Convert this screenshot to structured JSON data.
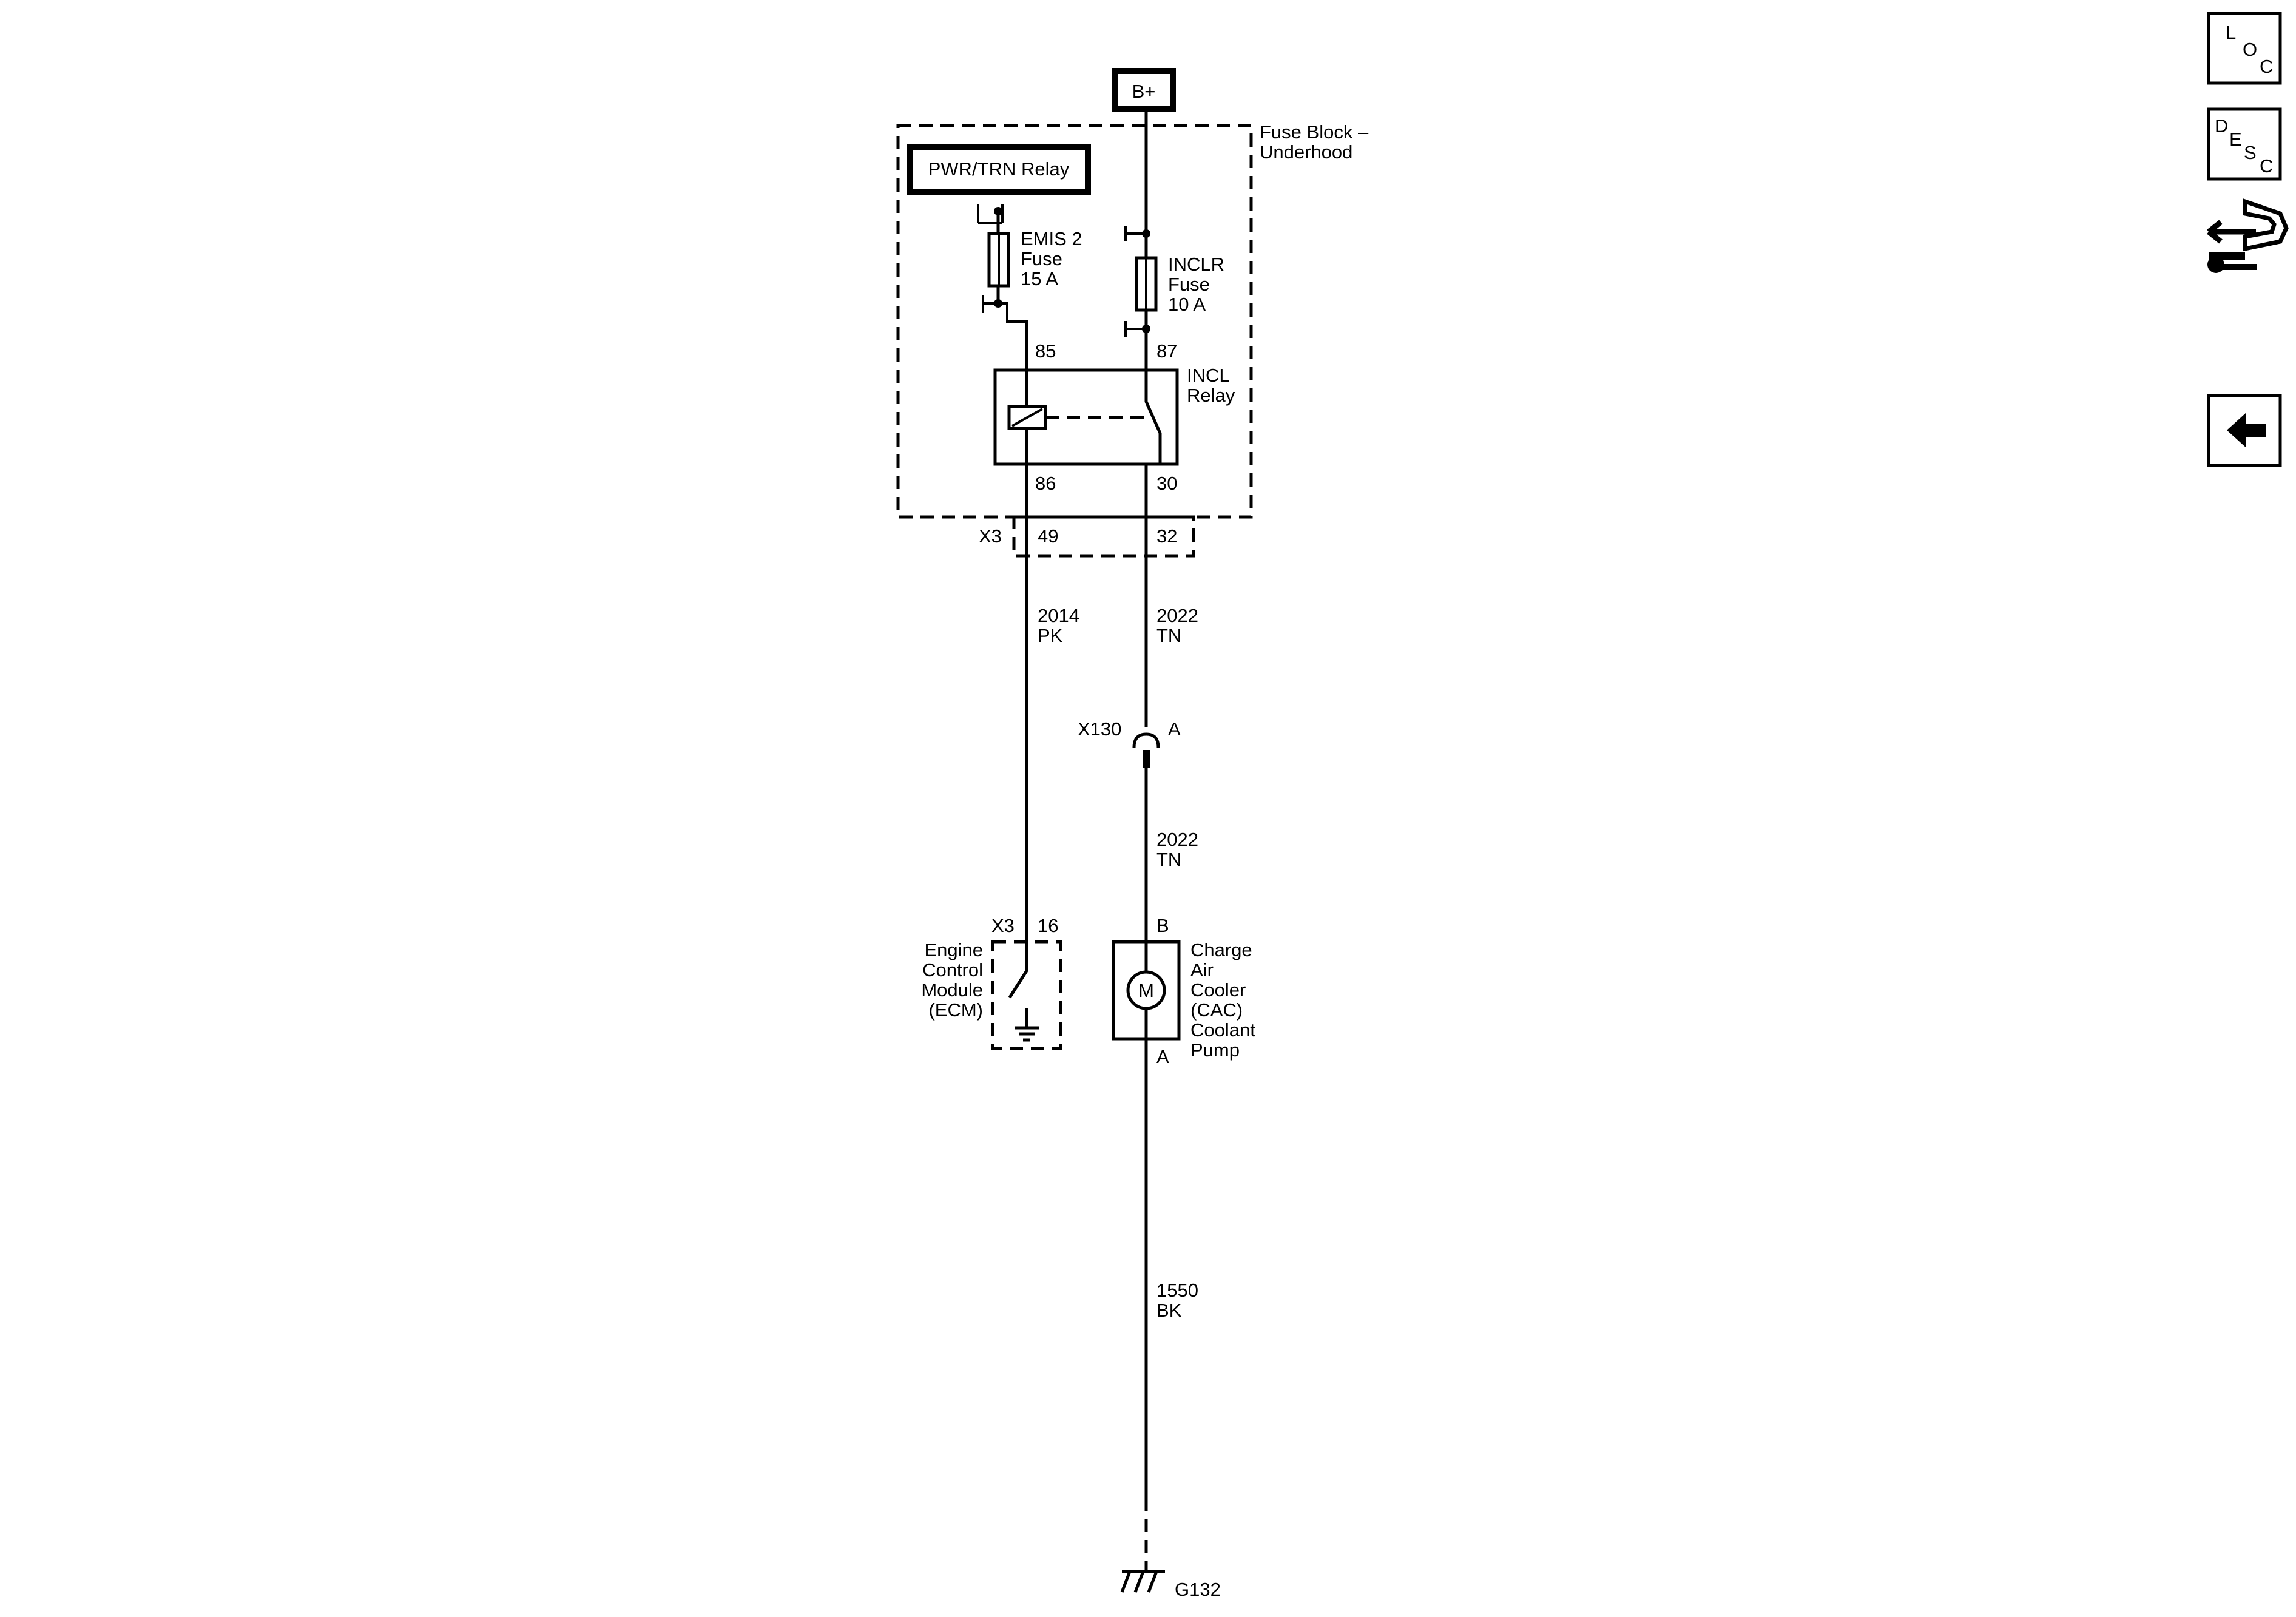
{
  "power": {
    "label": "B+"
  },
  "fuse_block": {
    "line1": "Fuse Block –",
    "line2": "Underhood"
  },
  "pwr_relay": {
    "label": "PWR/TRN Relay"
  },
  "emis_fuse": {
    "line1": "EMIS 2",
    "line2": "Fuse",
    "line3": "15 A"
  },
  "inclr_fuse": {
    "line1": "INCLR",
    "line2": "Fuse",
    "line3": "10 A"
  },
  "incl_relay": {
    "line1": "INCL",
    "line2": "Relay",
    "pin85": "85",
    "pin87": "87",
    "pin86": "86",
    "pin30": "30"
  },
  "connector_x3_top": {
    "name": "X3",
    "pin_a": "49",
    "pin_b": "32"
  },
  "wires": {
    "left_upper": {
      "circuit": "2014",
      "color": "PK"
    },
    "right_upper": {
      "circuit": "2022",
      "color": "TN"
    },
    "right_middle": {
      "circuit": "2022",
      "color": "TN"
    },
    "ground_wire": {
      "circuit": "1550",
      "color": "BK"
    }
  },
  "connector_x130": {
    "name": "X130",
    "pin": "A"
  },
  "ecm": {
    "connector": "X3",
    "pin": "16",
    "line1": "Engine",
    "line2": "Control",
    "line3": "Module",
    "line4": "(ECM)"
  },
  "pump": {
    "pin_top": "B",
    "pin_bottom": "A",
    "symbol": "M",
    "line1": "Charge",
    "line2": "Air",
    "line3": "Cooler",
    "line4": "(CAC)",
    "line5": "Coolant",
    "line6": "Pump"
  },
  "ground": {
    "label": "G132"
  },
  "nav": {
    "loc": {
      "l1": "L",
      "l2": "O",
      "l3": "C"
    },
    "desc": {
      "l1": "D",
      "l2": "E",
      "l3": "S",
      "l4": "C"
    },
    "connector_icon": "connector-tool-icon",
    "back_icon": "back-arrow-icon"
  }
}
